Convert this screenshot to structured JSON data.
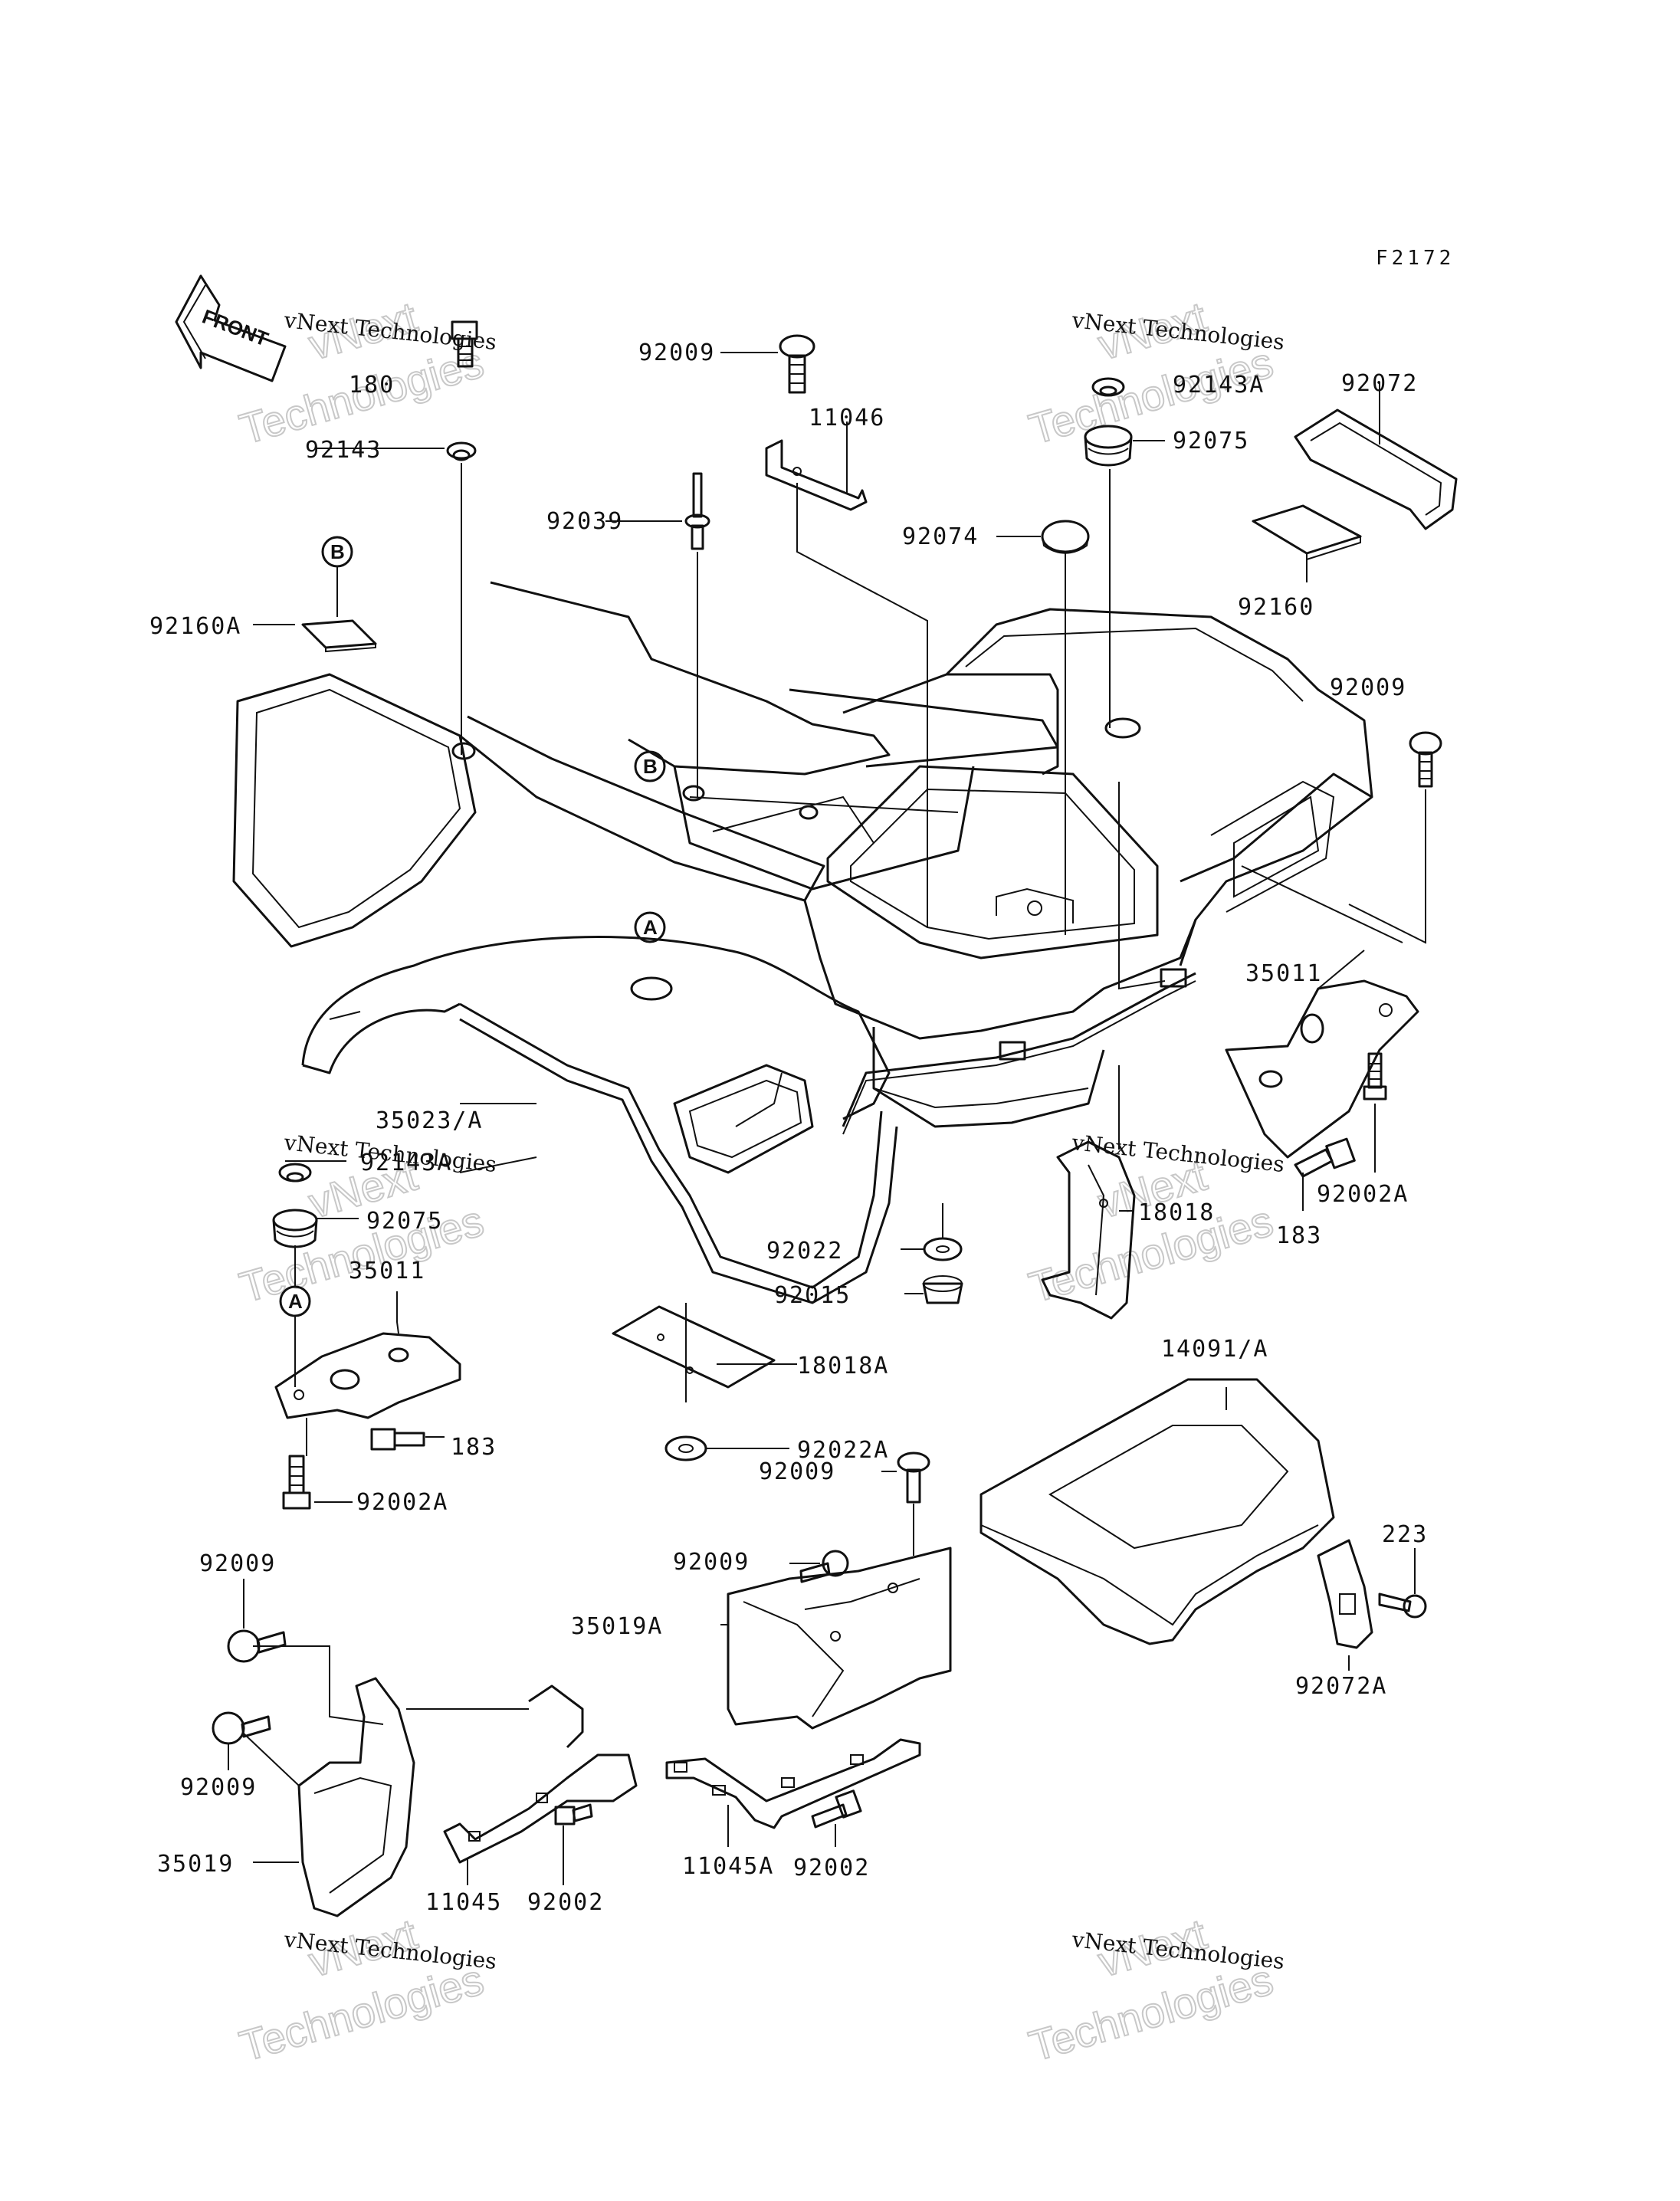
{
  "figure_code": "F2172",
  "front_label": "FRONT",
  "watermark": {
    "company": "vNext Technologies",
    "line1": "vNext",
    "line2": "Technologies"
  },
  "markers": {
    "a": "A",
    "b": "B"
  },
  "parts": {
    "p180": "180",
    "p92143_top": "92143",
    "p92009_top": "92009",
    "p11046": "11046",
    "p92039": "92039",
    "p92074": "92074",
    "p92143a_top": "92143A",
    "p92075_top": "92075",
    "p92072": "92072",
    "p92160": "92160",
    "p92160a": "92160A",
    "p92009_right": "92009",
    "p35011_right": "35011",
    "p35023": "35023/A",
    "p92143a_left": "92143A",
    "p92075_left": "92075",
    "p35011_left": "35011",
    "p183_left": "183",
    "p92002a_left": "92002A",
    "p92022": "92022",
    "p92015": "92015",
    "p18018a": "18018A",
    "p92022a": "92022A",
    "p18018": "18018",
    "p183_right": "183",
    "p92002a_right": "92002A",
    "p14091": "14091/A",
    "p223": "223",
    "p92072a": "92072A",
    "p92009_mid1": "92009",
    "p92009_mid2": "92009",
    "p35019a": "35019A",
    "p92009_lower1": "92009",
    "p92009_lower2": "92009",
    "p35019": "35019",
    "p11045": "11045",
    "p92002_left": "92002",
    "p11045a": "11045A",
    "p92002_right": "92002"
  }
}
